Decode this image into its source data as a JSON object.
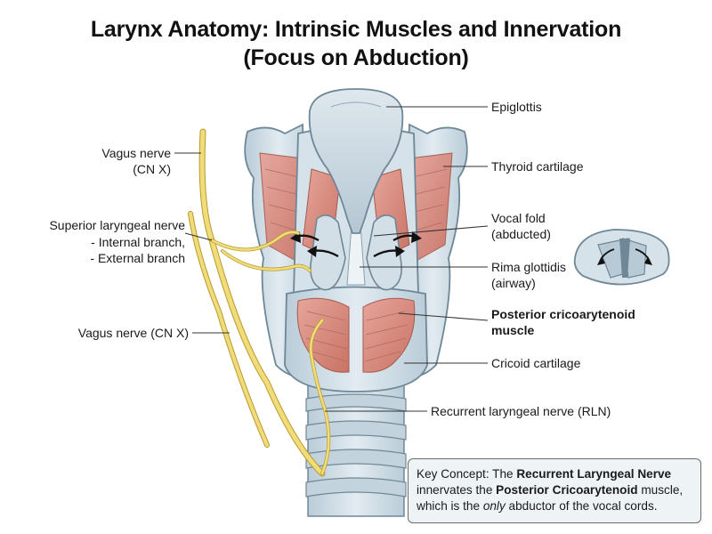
{
  "title": {
    "line1": "Larynx Anatomy: Intrinsic Muscles and Innervation",
    "line2": "(Focus on Abduction)"
  },
  "labels": {
    "vagus_top_1": "Vagus nerve",
    "vagus_top_2": "(CN X)",
    "sln_1": "Superior laryngeal nerve",
    "sln_2": "- Internal branch,",
    "sln_3": "- External branch",
    "vagus_mid": "Vagus nerve (CN X)",
    "epiglottis": "Epiglottis",
    "thyroid": "Thyroid cartilage",
    "vocal_fold_1": "Vocal fold",
    "vocal_fold_2": "(abducted)",
    "rima_1": "Rima glottidis",
    "rima_2": "(airway)",
    "pca_1": "Posterior cricoarytenoid",
    "pca_2": "muscle",
    "cricoid": "Cricoid cartilage",
    "rln": "Recurrent laryngeal nerve (RLN)"
  },
  "key_concept": {
    "t1": "Key Concept: The ",
    "b1": "Recurrent Laryngeal Nerve",
    "t2": " innervates the ",
    "b2": "Posterior Cricoarytenoid",
    "t3": " muscle, which is the ",
    "i1": "only",
    "t4": " abductor of the vocal cords."
  },
  "colors": {
    "cartilage": "#cfdde6",
    "cartilage_stroke": "#6f8796",
    "muscle": "#d98a80",
    "nerve": "#f0dc7a",
    "nerve_stroke": "#b89a2c",
    "leader": "#333333"
  }
}
